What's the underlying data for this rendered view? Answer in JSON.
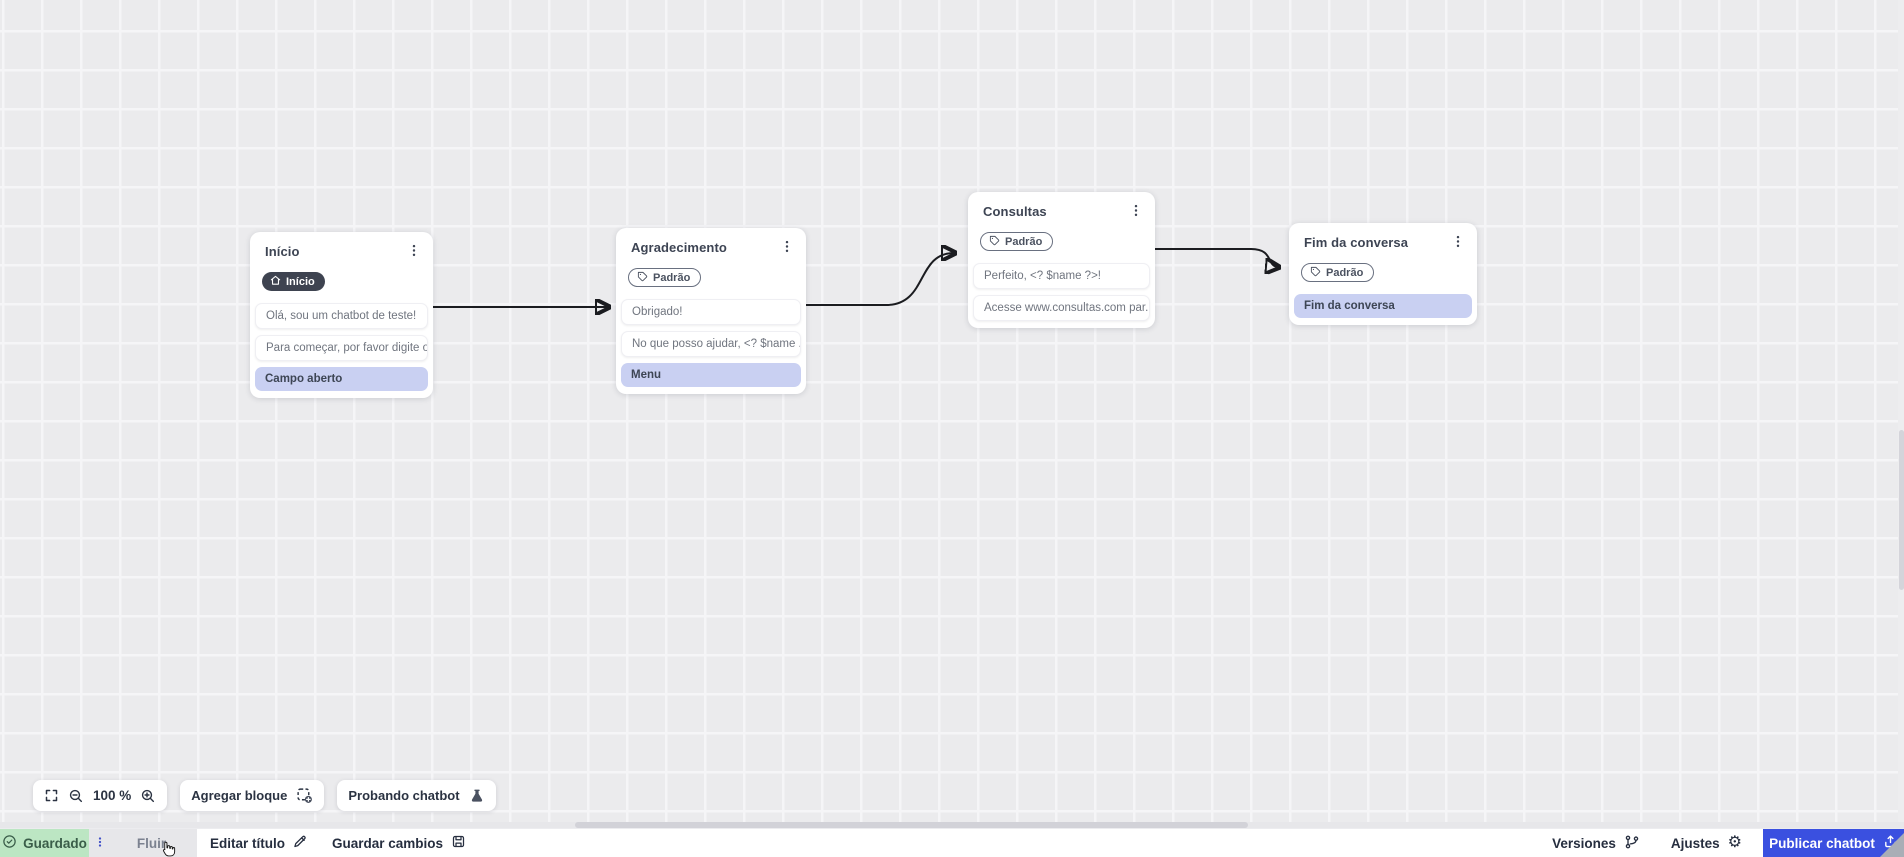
{
  "canvas": {
    "nodes": [
      {
        "title": "Início",
        "badge": {
          "label": "Início",
          "variant": "dark",
          "icon": "home-icon"
        },
        "rows": [
          {
            "type": "message",
            "text": "Olá, sou um chatbot de teste!"
          },
          {
            "type": "message",
            "text": "Para começar, por favor digite o ..."
          },
          {
            "type": "action",
            "text": "Campo aberto"
          }
        ]
      },
      {
        "title": "Agradecimento",
        "badge": {
          "label": "Padrão",
          "variant": "outline",
          "icon": "tag-icon"
        },
        "rows": [
          {
            "type": "message",
            "text": "Obrigado!"
          },
          {
            "type": "message",
            "text": "No que posso ajudar, <? $name ..."
          },
          {
            "type": "action",
            "text": "Menu"
          }
        ]
      },
      {
        "title": "Consultas",
        "badge": {
          "label": "Padrão",
          "variant": "outline",
          "icon": "tag-icon"
        },
        "rows": [
          {
            "type": "message",
            "text": "Perfeito, <? $name ?>!"
          },
          {
            "type": "message",
            "text": "Acesse www.consultas.com par..."
          }
        ]
      },
      {
        "title": "Fim da conversa",
        "badge": {
          "label": "Padrão",
          "variant": "outline",
          "icon": "tag-icon"
        },
        "rows": [
          {
            "type": "action",
            "text": "Fim da conversa"
          }
        ]
      }
    ]
  },
  "canvas_toolbar": {
    "zoom_level": "100 %",
    "add_block_label": "Agregar bloque",
    "test_chatbot_label": "Probando chatbot"
  },
  "statusbar": {
    "saved_label": "Guardado",
    "flow_tab_label": "Fluir",
    "edit_title_label": "Editar título",
    "save_changes_label": "Guardar cambios",
    "versions_label": "Versiones",
    "settings_label": "Ajustes",
    "publish_label": "Publicar chatbot"
  },
  "colors": {
    "accent_blue": "#3a50e0",
    "saved_green_bg": "#bce6c3",
    "saved_green_text": "#3a5d49",
    "action_row_bg": "#c9d0f2",
    "badge_dark_bg": "#3e4350",
    "edge_stroke": "#1b1c20"
  }
}
